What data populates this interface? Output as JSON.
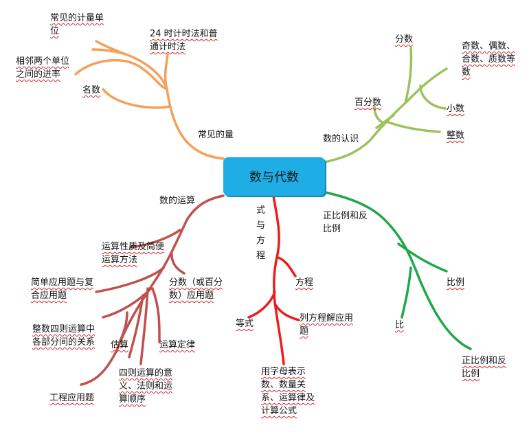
{
  "center": "数与代数",
  "colors": {
    "orange": "#f5a05a",
    "olive": "#9bc25c",
    "brown": "#c0504d",
    "red": "#ee1c1c",
    "green": "#1ea848",
    "center_fill": "#1eaee5"
  },
  "branches": {
    "quantity": {
      "title": "常见的量",
      "items": [
        "常见的计量单位",
        "24 时计时法和普通计时法",
        "相邻两个单位之间的进率",
        "名数"
      ]
    },
    "cognition": {
      "title": "数的认识",
      "items": [
        "分数",
        "奇数、偶数、合数、质数等数",
        "百分数",
        "小数",
        "整数"
      ]
    },
    "operation": {
      "title": "数的运算",
      "items": [
        "运算性质及简便运算方法",
        "简单应用题与复合应用题",
        "分数（或百分数）应用题",
        "整数四则运算中各部分间的关系",
        "估算",
        "运算定律",
        "四则运算的意义、法则和运算顺序",
        "工程应用题"
      ]
    },
    "equation": {
      "title": "式与方程",
      "items": [
        "方程",
        "等式",
        "列方程解应用题",
        "用字母表示数、数量关系、运算律及计算公式"
      ]
    },
    "proportion": {
      "title": "正比例和反比例",
      "items": [
        "比例",
        "比",
        "正比例和反比例"
      ]
    }
  }
}
